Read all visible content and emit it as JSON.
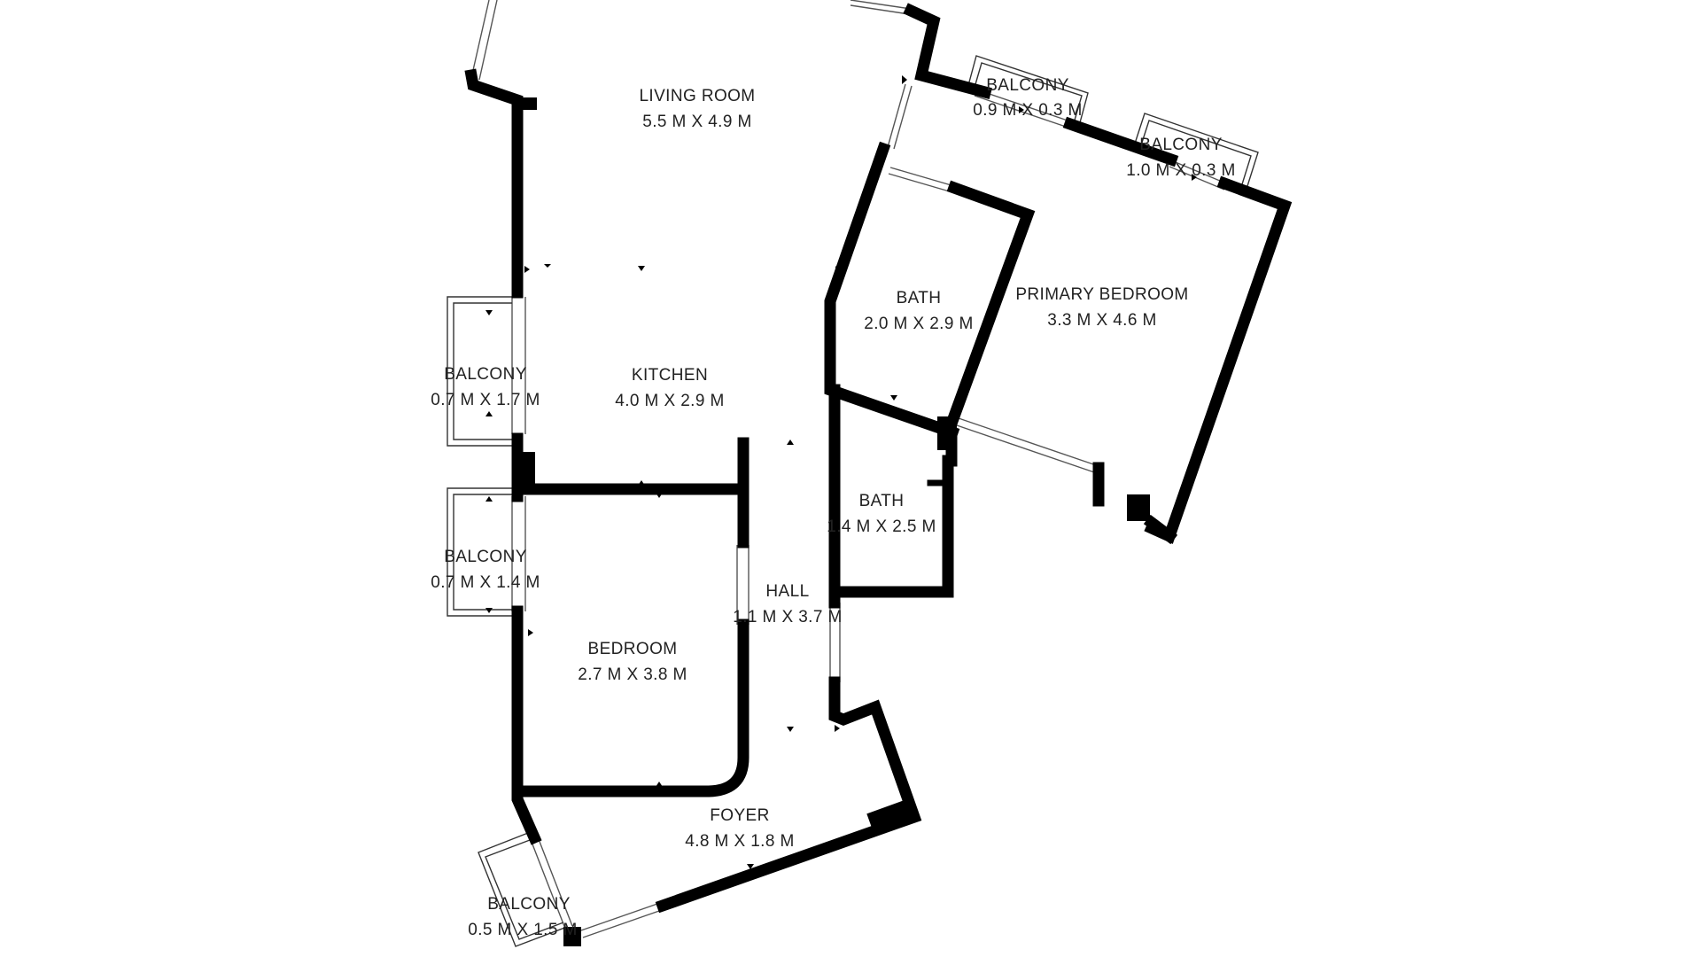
{
  "rooms": [
    {
      "name": "LIVING ROOM",
      "size": "5.5 M X 4.9 M"
    },
    {
      "name": "BALCONY",
      "size": "0.9 M X 0.3 M"
    },
    {
      "name": "BALCONY",
      "size": "1.0 M X 0.3 M"
    },
    {
      "name": "BATH",
      "size": "2.0 M X 2.9 M"
    },
    {
      "name": "PRIMARY BEDROOM",
      "size": "3.3 M X 4.6 M"
    },
    {
      "name": "BALCONY",
      "size": "0.7 M X 1.7 M"
    },
    {
      "name": "KITCHEN",
      "size": "4.0 M X 2.9 M"
    },
    {
      "name": "BATH",
      "size": "1.4 M X 2.5 M"
    },
    {
      "name": "BALCONY",
      "size": "0.7 M X 1.4 M"
    },
    {
      "name": "HALL",
      "size": "1.1 M X 3.7 M"
    },
    {
      "name": "BEDROOM",
      "size": "2.7 M X 3.8 M"
    },
    {
      "name": "FOYER",
      "size": "4.8 M X 1.8 M"
    },
    {
      "name": "BALCONY",
      "size": "0.5 M X 1.5 M"
    }
  ]
}
